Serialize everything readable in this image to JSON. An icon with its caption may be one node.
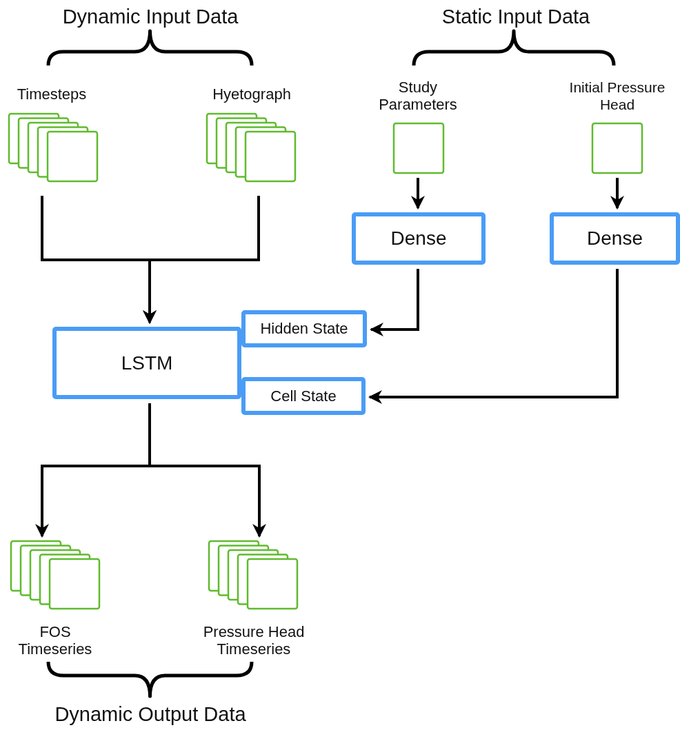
{
  "diagram": {
    "nodes": [
      {
        "text": [
          "Timesteps"
        ]
      },
      {
        "text": [
          "Hyetograph"
        ]
      },
      {
        "text": [
          "Study Parameters"
        ]
      },
      {
        "text": [
          "Initial Pressure Head"
        ]
      },
      {
        "text": [
          "Dense"
        ]
      },
      {
        "text": [
          "Dense"
        ]
      },
      {
        "text": [
          "LSTM"
        ]
      },
      {
        "text": [
          "Hidden State"
        ]
      },
      {
        "text": [
          "Cell State"
        ]
      },
      {
        "text": [
          "FOS Timeseries"
        ]
      },
      {
        "text": [
          "Pressure Head Timeseries"
        ]
      }
    ],
    "edges": [
      {
        "from": 0,
        "to": 6,
        "arrow": "to"
      },
      {
        "from": 1,
        "to": 6,
        "arrow": "to"
      },
      {
        "from": 2,
        "to": 4,
        "arrow": "to"
      },
      {
        "from": 3,
        "to": 5,
        "arrow": "to"
      },
      {
        "from": 4,
        "to": 7,
        "arrow": "to"
      },
      {
        "from": 5,
        "to": 8,
        "arrow": "to"
      },
      {
        "from": 6,
        "to": 9,
        "arrow": "to"
      },
      {
        "from": 6,
        "to": 10,
        "arrow": "to"
      }
    ],
    "labels": [
      "Dynamic Input Data",
      "Static Input Data",
      "Dynamic Output Data"
    ]
  }
}
